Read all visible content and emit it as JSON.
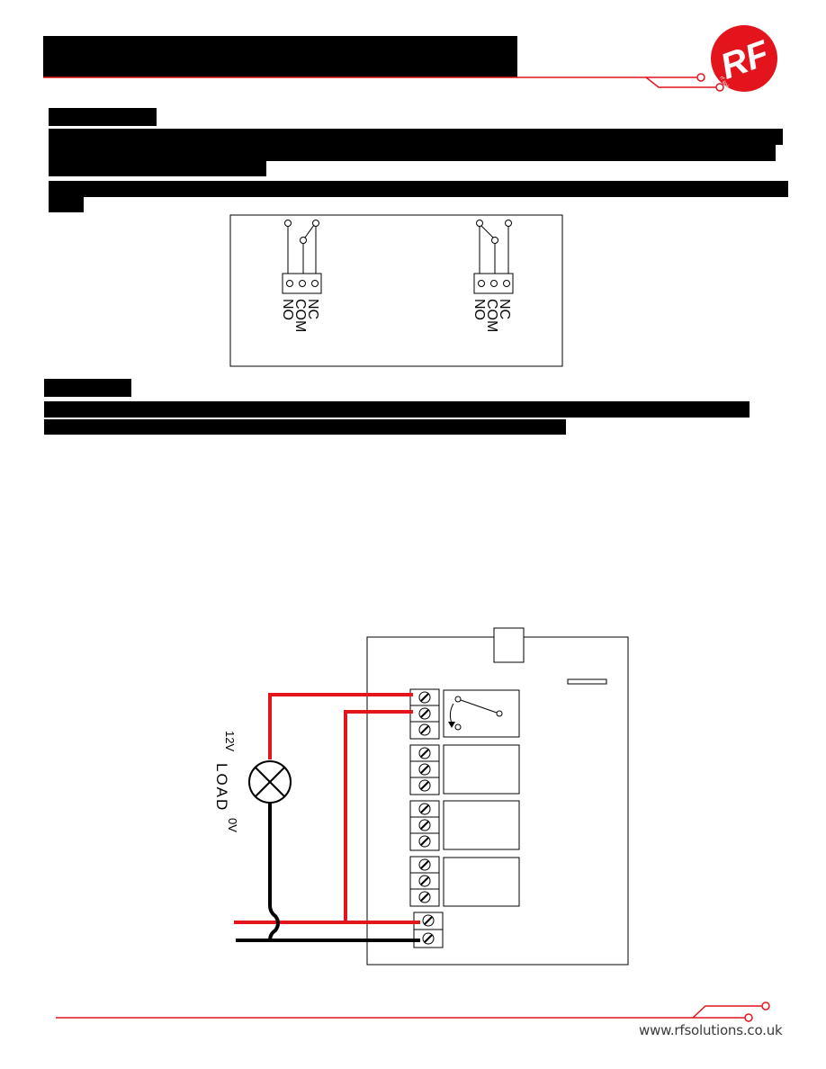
{
  "logo": {
    "text": "RF",
    "tagline": "rf solutions"
  },
  "relay_diagram": {
    "terminals": [
      "NO",
      "COM",
      "NC"
    ]
  },
  "wiring_diagram": {
    "voltage_top": "12V",
    "load_label": "LOAD",
    "voltage_bottom": "0V"
  },
  "footer": {
    "url": "www.rfsolutions.co.uk"
  },
  "colors": {
    "accent": "#e3141c",
    "redacted": "#000000"
  }
}
